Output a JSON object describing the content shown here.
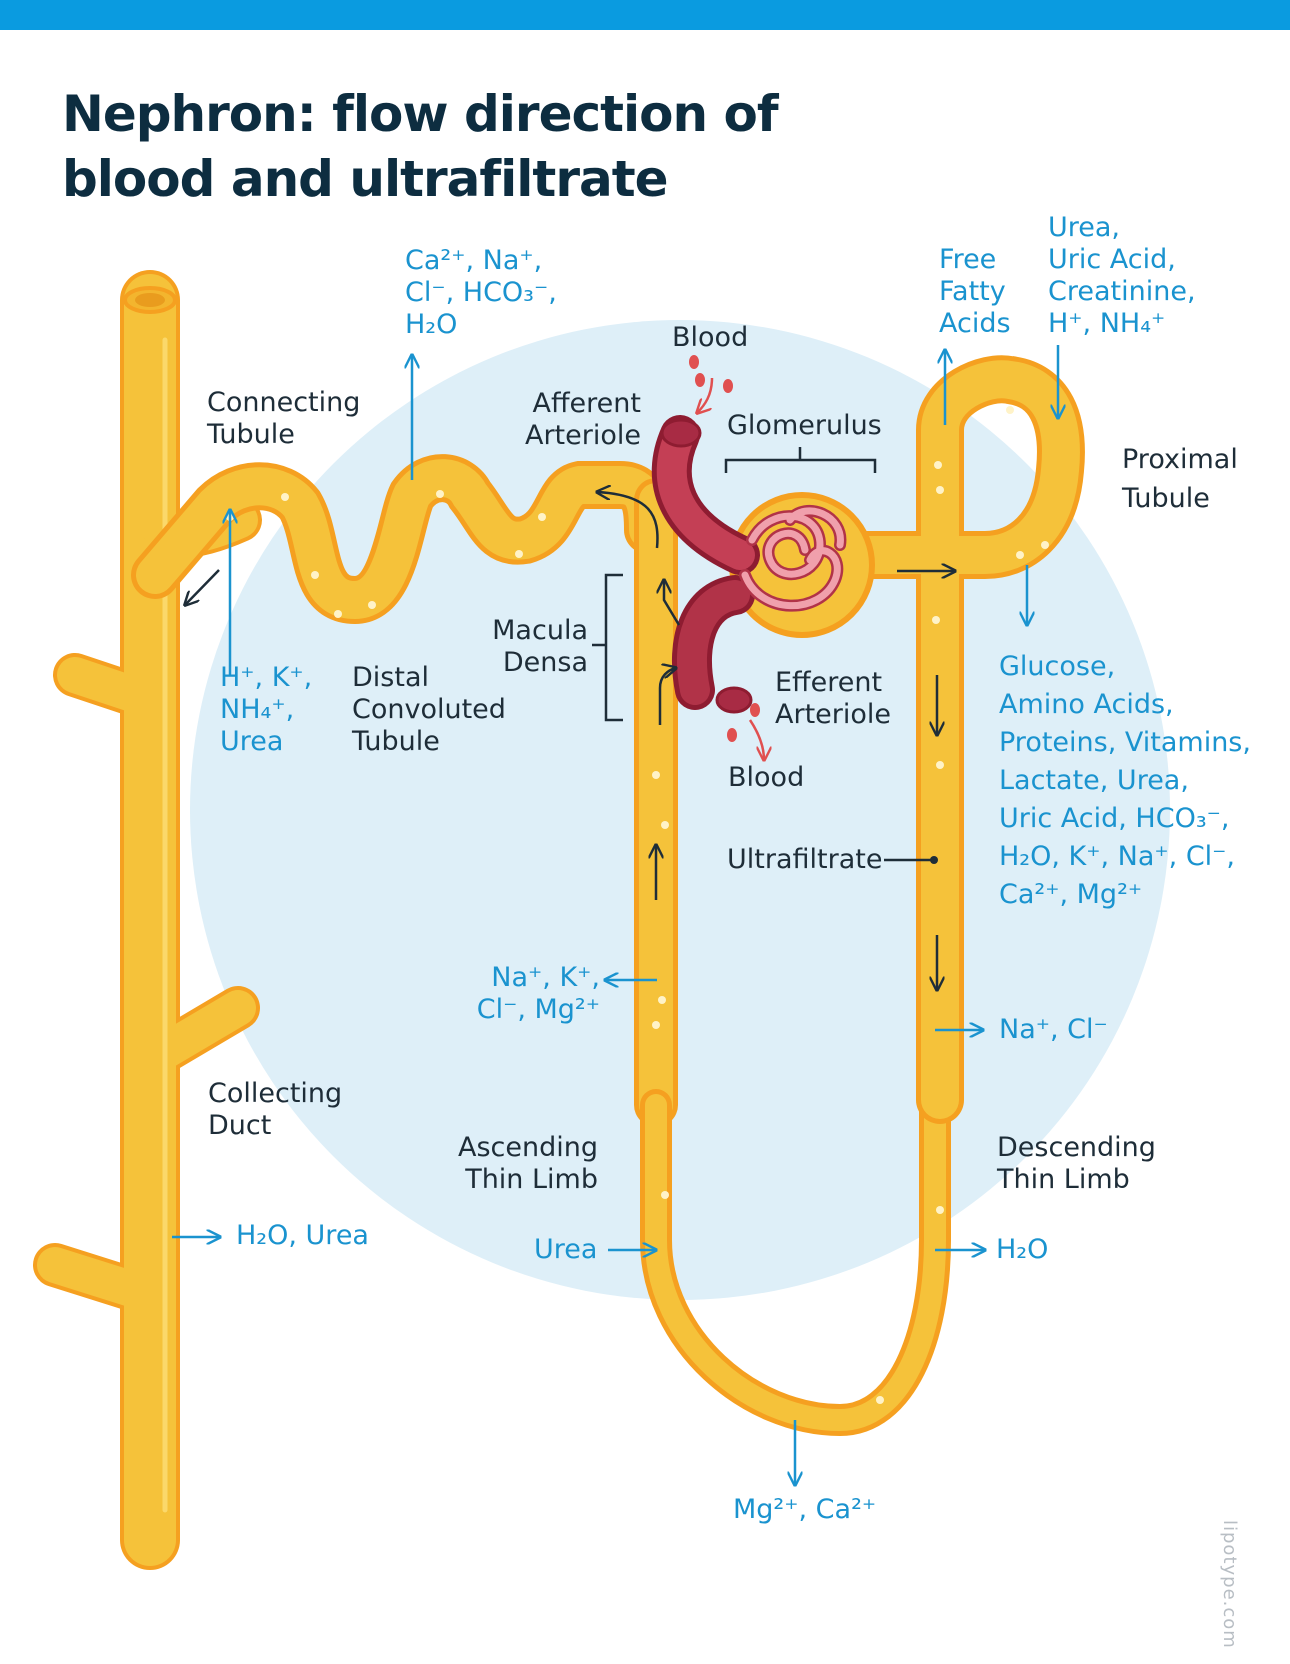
{
  "title": {
    "line1": "Nephron: flow direction of",
    "line2": "blood and ultrafiltrate"
  },
  "labels": {
    "connecting_tubule": [
      "Connecting",
      "Tubule"
    ],
    "distal_convoluted_tubule": [
      "Distal",
      "Convoluted",
      "Tubule"
    ],
    "afferent_arteriole": [
      "Afferent",
      "Arteriole"
    ],
    "efferent_arteriole": [
      "Efferent",
      "Arteriole"
    ],
    "blood_in": "Blood",
    "blood_out": "Blood",
    "glomerulus": "Glomerulus",
    "macula_densa": [
      "Macula",
      "Densa"
    ],
    "proximal_tubule": [
      "Proximal",
      "Tubule"
    ],
    "ultrafiltrate": "Ultrafiltrate",
    "collecting_duct": [
      "Collecting",
      "Duct"
    ],
    "ascending_thin_limb": [
      "Ascending",
      "Thin Limb"
    ],
    "descending_thin_limb": [
      "Descending",
      "Thin Limb"
    ]
  },
  "substances": {
    "dct_out": [
      "Ca²⁺, Na⁺,",
      "Cl⁻, HCO₃⁻,",
      "H₂O"
    ],
    "dct_in": [
      "H⁺, K⁺,",
      "NH₄⁺,",
      "Urea"
    ],
    "free_fatty_acids": [
      "Free",
      "Fatty",
      "Acids"
    ],
    "proximal_secreted": [
      "Urea,",
      "Uric Acid,",
      "Creatinine,",
      "H⁺, NH₄⁺"
    ],
    "proximal_reabsorbed": [
      "Glucose,",
      "Amino Acids,",
      "Proteins, Vitamins,",
      "Lactate, Urea,",
      "Uric Acid, HCO₃⁻,",
      "H₂O, K⁺, Na⁺, Cl⁻,",
      "Ca²⁺, Mg²⁺"
    ],
    "thick_ascending_out": [
      "Na⁺, K⁺,",
      "Cl⁻, Mg²⁺"
    ],
    "thick_descending_out": "Na⁺, Cl⁻",
    "collecting_duct_out": "H₂O, Urea",
    "ascending_thin_in": "Urea",
    "descending_thin_out": "H₂O",
    "loop_bottom_out": "Mg²⁺, Ca²⁺"
  },
  "watermark": "lipotype.com",
  "colors": {
    "accent_bar": "#0a9be0",
    "title": "#0d2d40",
    "label_dark": "#1e2d38",
    "substance_blue": "#1a93cf",
    "tubule_fill": "#f5c23a",
    "tubule_outline": "#f5a020",
    "background_circle": "#deeff8",
    "arteriole": "#c43f55",
    "glomerulus": "#e47a8a"
  }
}
